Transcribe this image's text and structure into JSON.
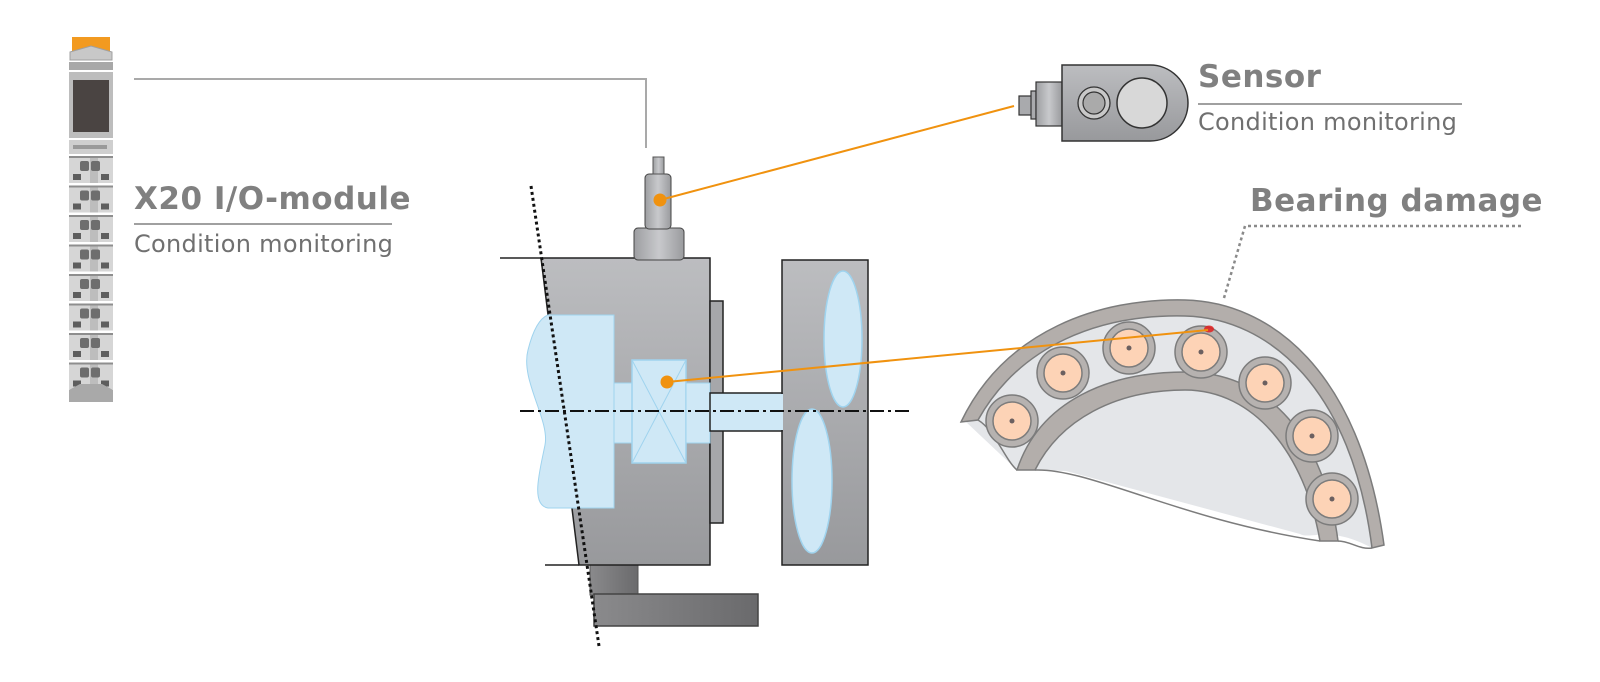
{
  "labels": {
    "module": {
      "title": "X20 I/O-module",
      "subtitle": "Condition monitoring"
    },
    "sensor": {
      "title": "Sensor",
      "subtitle": "Condition monitoring"
    },
    "bearing": {
      "title": "Bearing damage"
    }
  },
  "colors": {
    "accent_orange": "#f0920f",
    "housing_gray": "#a8a9ad",
    "internal_blue": "#cfe8f6",
    "ball_peach": "#fdd3b6",
    "ring_gray": "#b3aeab",
    "text_gray": "#7d7d7d",
    "damage_red": "#e02020"
  }
}
